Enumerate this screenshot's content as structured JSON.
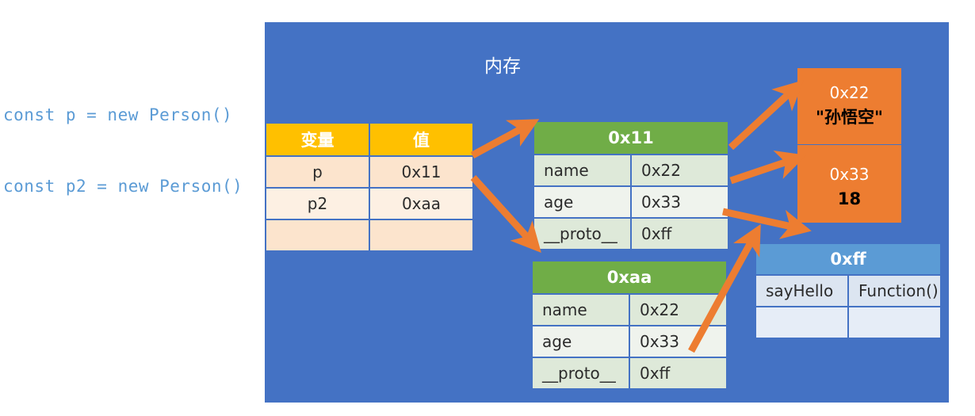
{
  "code": {
    "lines": [
      "const p = new Person()",
      "const p2 = new Person()"
    ],
    "color": "#5B9BD5"
  },
  "memory": {
    "title": "内存",
    "panel_color": "#4472C4"
  },
  "variable_table": {
    "name": "variable-table",
    "header_color": "#FFC000",
    "columns": [
      "变量",
      "值"
    ],
    "rows": [
      {
        "variable": "p",
        "value": "0x11"
      },
      {
        "variable": "p2",
        "value": "0xaa"
      },
      {
        "variable": "",
        "value": ""
      }
    ]
  },
  "object_tables": [
    {
      "address": "0x11",
      "header_color": "#70AD47",
      "rows": [
        {
          "key": "name",
          "value": "0x22"
        },
        {
          "key": "age",
          "value": "0x33"
        },
        {
          "key": "__proto__",
          "value": "0xff"
        }
      ]
    },
    {
      "address": "0xaa",
      "header_color": "#70AD47",
      "rows": [
        {
          "key": "name",
          "value": "0x22"
        },
        {
          "key": "age",
          "value": "0x33"
        },
        {
          "key": "__proto__",
          "value": "0xff"
        }
      ]
    }
  ],
  "value_boxes": [
    {
      "address": "0x22",
      "content": "\"孙悟空\"",
      "color": "#ED7D31"
    },
    {
      "address": "0x33",
      "content": "18",
      "color": "#ED7D31"
    }
  ],
  "prototype_table": {
    "address": "0xff",
    "header_color": "#5B9BD5",
    "rows": [
      {
        "key": "sayHello",
        "value": "Function()"
      },
      {
        "key": "",
        "value": ""
      }
    ]
  },
  "arrows": {
    "color": "#ED7D31",
    "items": [
      "p-value-to-object-0x11",
      "p2-value-to-object-0xaa",
      "object-0x11-name-to-value-0x22",
      "object-0x11-age-to-value-0x33",
      "object-0x11-proto-to-prototype-0xff",
      "object-0xaa-proto-to-prototype-0xff"
    ]
  }
}
